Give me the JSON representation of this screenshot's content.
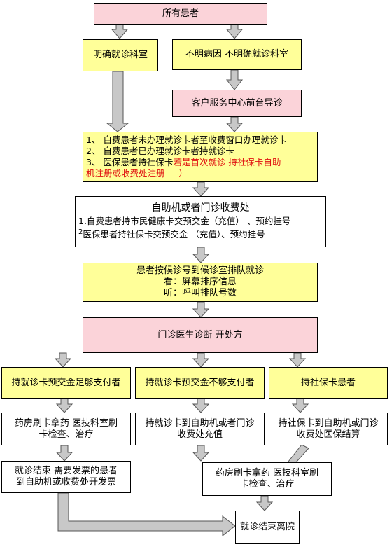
{
  "nodes": {
    "all_patients": "所有患者",
    "know_dept": "明确就诊科室",
    "unknown_dept": "不明病因 不明确就诊科室",
    "guide_desk": "客户服务中心前台导诊",
    "register": {
      "line1": "1、 自费患者未办理就诊卡者至收费窗口办理就诊卡",
      "line2": "2、 自费患者已办理就诊卡者持就诊卡",
      "line3_prefix": "3、 医保患者持社保卡",
      "line3_red": "若是首次就诊 持社保卡自助",
      "line4_red": "机注册或收费处注册",
      "line4_tail": "）"
    },
    "payment": {
      "title": "自助机或者门诊收费处",
      "line1": "1.自费患者持市民健康卡交预交金（充值） 、预约挂号",
      "line2_num": "2",
      "line2": "医保患者持社保卡交预交金 （充值）、预约挂号"
    },
    "queue": {
      "title": "患者按候诊号到候诊室排队就诊",
      "line1": "看：屏幕排序信息",
      "line2": "听：呼叫排队号数"
    },
    "doctor": "门诊医生诊断 开处方",
    "enough": "持就诊卡预交金足够支付者",
    "not_enough": "持就诊卡预交金不够支付者",
    "social_card": "持社保卡患者",
    "pharmacy_left": {
      "line1": "药房刷卡拿药 医技科室刷",
      "line2": "卡检查、治疗"
    },
    "recharge": {
      "line1": "持就诊卡到自助机或者门诊",
      "line2": "收费处充值"
    },
    "social_settle": {
      "line1": "持社保卡到自助机或门诊",
      "line2": "收费处医保结算"
    },
    "end_invoice": {
      "line1": "就诊结束 需要发票的患者",
      "line2": "到自助机或收费处开发票"
    },
    "pharmacy_right": {
      "line1": "药房刷卡拿药 医技科室刷",
      "line2": "卡检查、治疗"
    },
    "leave": "就诊结束离院"
  },
  "colors": {
    "pink": "#fbd3d9",
    "yellow": "#ffff99",
    "arrow_fill": "#c8c8c8",
    "red_text": "#e01010"
  }
}
